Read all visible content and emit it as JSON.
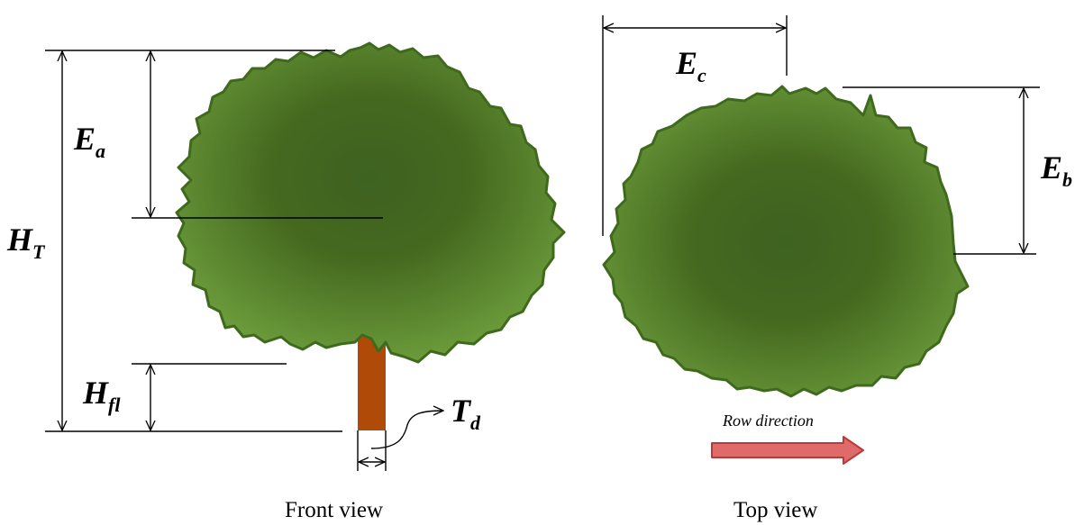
{
  "labels": {
    "ht_main": "H",
    "ht_sub": "T",
    "ea_main": "E",
    "ea_sub": "a",
    "hfl_main": "H",
    "hfl_sub": "fl",
    "td_main": "T",
    "td_sub": "d",
    "ec_main": "E",
    "ec_sub": "c",
    "eb_main": "E",
    "eb_sub": "b"
  },
  "captions": {
    "front": "Front view",
    "top": "Top view"
  },
  "row_direction": "Row direction",
  "colors": {
    "foliage_center": "#3e6220",
    "foliage_edge": "#6a9a3a",
    "foliage_outline": "#3f6a1d",
    "trunk": "#b04a08",
    "arrow_fill": "#e06a6a",
    "arrow_outline": "#b83a3a"
  }
}
